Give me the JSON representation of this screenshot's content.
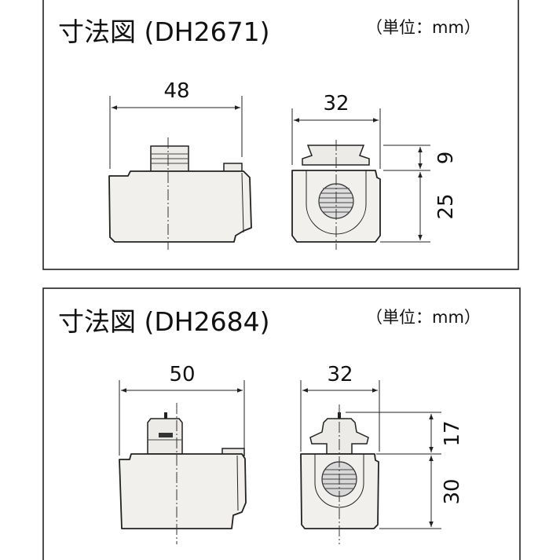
{
  "panels": [
    {
      "title": "寸法図 (DH2671)",
      "unit": "（単位：mm）",
      "side_view": {
        "width_label": "48"
      },
      "front_view": {
        "width_label": "32",
        "top_height_label": "9",
        "body_height_label": "25"
      }
    },
    {
      "title": "寸法図 (DH2684)",
      "unit": "（単位：mm）",
      "side_view": {
        "width_label": "50"
      },
      "front_view": {
        "width_label": "32",
        "top_height_label": "17",
        "body_height_label": "30"
      }
    }
  ]
}
